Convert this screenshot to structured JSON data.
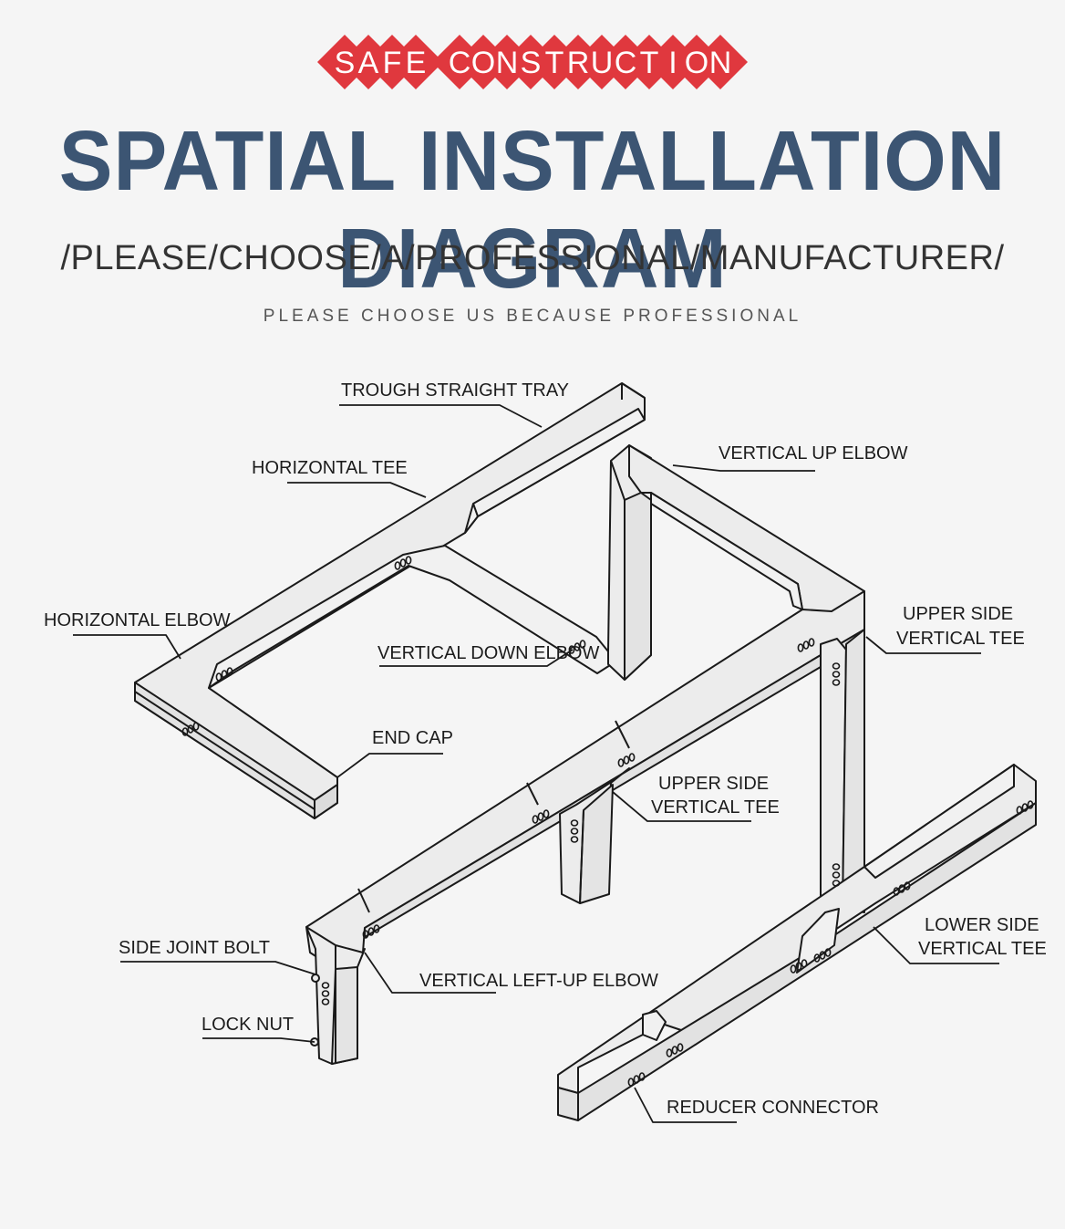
{
  "header": {
    "badge_words": [
      "SAFE",
      "CONSTRUCTION"
    ],
    "title": "SPATIAL INSTALLATION DIAGRAM",
    "subtitle": "/PLEASE/CHOOSE/A/PROFESSIONAL/MANUFACTURER/",
    "tagline": "PLEASE CHOOSE US BECAUSE PROFESSIONAL"
  },
  "colors": {
    "badge_red": "#e0383e",
    "title_blue": "#3c5573",
    "tray_fill": "#ececec",
    "tray_stroke": "#1a1a1a"
  },
  "labels": {
    "trough_straight_tray": "TROUGH STRAIGHT TRAY",
    "horizontal_tee": "HORIZONTAL TEE",
    "vertical_up_elbow": "VERTICAL UP ELBOW",
    "horizontal_elbow": "HORIZONTAL ELBOW",
    "vertical_down_elbow": "VERTICAL DOWN ELBOW",
    "upper_side_vertical_tee_1": [
      "UPPER SIDE",
      "VERTICAL TEE"
    ],
    "end_cap": "END CAP",
    "upper_side_vertical_tee_2": [
      "UPPER SIDE",
      "VERTICAL TEE"
    ],
    "side_joint_bolt": "SIDE JOINT BOLT",
    "vertical_left_up_elbow": "VERTICAL LEFT-UP ELBOW",
    "lower_side_vertical_tee": [
      "LOWER SIDE",
      "VERTICAL TEE"
    ],
    "lock_nut": "LOCK NUT",
    "reducer_connector": "REDUCER CONNECTOR"
  }
}
